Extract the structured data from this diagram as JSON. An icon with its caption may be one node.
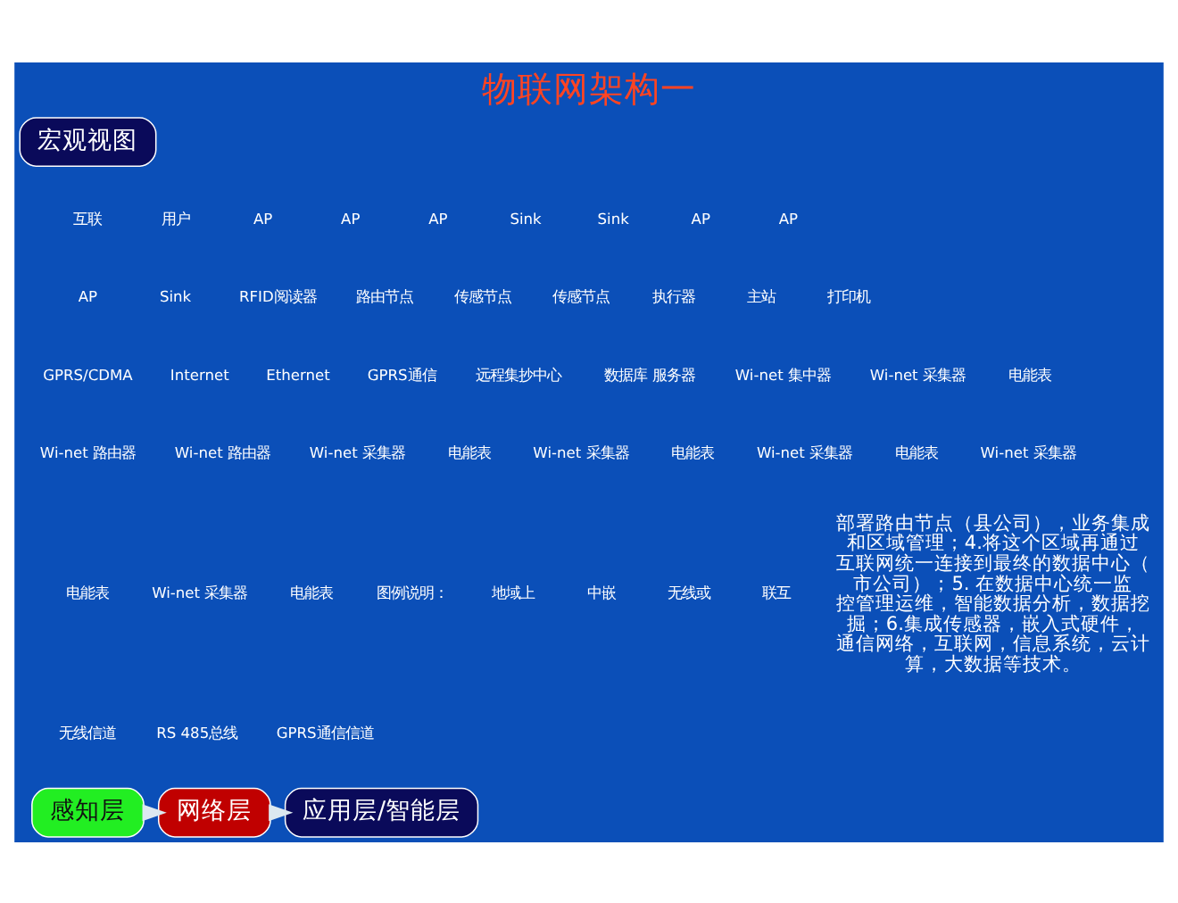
{
  "diagram": {
    "title": "物联网架构一",
    "nodes": [
      {
        "text": [
          "宏观视图"
        ]
      },
      {
        "text": [
          "感知层"
        ]
      },
      {
        "text": [
          "网络层"
        ]
      },
      {
        "text": [
          "应用层/智能层"
        ]
      }
    ],
    "edges": [
      {
        "from": 1,
        "to": 2,
        "arrow": "to"
      },
      {
        "from": 2,
        "to": 3,
        "arrow": "to"
      }
    ],
    "labels": [
      "互联",
      "用户",
      "AP",
      "AP",
      "AP",
      "Sink",
      "Sink",
      "AP",
      "AP",
      "AP",
      "Sink",
      "RFID阅读器",
      "路由节点",
      "传感节点",
      "传感节点",
      "执行器",
      "主站",
      "打印机",
      "GPRS/CDMA",
      "Internet",
      "Ethernet",
      "GPRS通信",
      "远程集抄中心",
      "数据库 服务器",
      "Wi-net 集中器",
      "Wi-net 采集器",
      "电能表",
      "Wi-net 路由器",
      "Wi-net 路由器",
      "Wi-net 采集器",
      "电能表",
      "Wi-net 采集器",
      "电能表",
      "Wi-net 采集器",
      "电能表",
      "Wi-net 采集器",
      "电能表",
      "Wi-net 采集器",
      "电能表",
      "图例说明：",
      "地域上",
      "中嵌",
      "无线或",
      "联互",
      "部署路由节点（县公司），业务集成和区域管理；4.将这个区域再通过互联网统一连接到最终的数据中心（市公司）；5. 在数据中心统一监控管理运维，智能数据分析，数据挖掘；6.集成传感器，嵌入式硬件，通信网络，互联网，信息系统，云计算，大数据等技术。"
    ],
    "legend": [
      {
        "text": "无线信道"
      },
      {
        "text": "RS 485总线"
      },
      {
        "text": "GPRS通信信道"
      }
    ]
  }
}
